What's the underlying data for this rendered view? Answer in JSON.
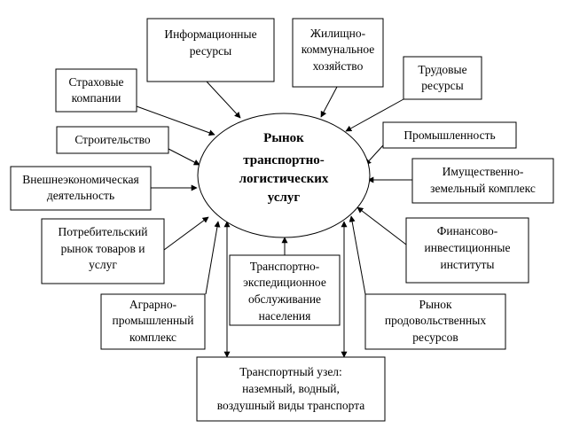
{
  "center": {
    "lines": [
      "Рынок",
      "транспортно-",
      "логистических",
      "услуг"
    ]
  },
  "nodes": [
    {
      "id": "info",
      "lines": [
        "Информационные",
        "ресурсы"
      ]
    },
    {
      "id": "housing",
      "lines": [
        "Жилищно-",
        "коммунальное",
        "хозяйство"
      ]
    },
    {
      "id": "labor",
      "lines": [
        "Трудовые",
        "ресурсы"
      ]
    },
    {
      "id": "insurance",
      "lines": [
        "Страховые",
        "компании"
      ]
    },
    {
      "id": "industry",
      "lines": [
        "Промышленность"
      ]
    },
    {
      "id": "construction",
      "lines": [
        "Строительство"
      ]
    },
    {
      "id": "property",
      "lines": [
        "Имущественно-",
        "земельный комплекс"
      ]
    },
    {
      "id": "foreign",
      "lines": [
        "Внешнеэкономическая",
        "деятельность"
      ]
    },
    {
      "id": "consumer",
      "lines": [
        "Потребительский",
        "рынок товаров и",
        "услуг"
      ]
    },
    {
      "id": "finance",
      "lines": [
        "Финансово-",
        "инвестиционные",
        "институты"
      ]
    },
    {
      "id": "forwarding",
      "lines": [
        "Транспортно-",
        "экспедиционное",
        "обслуживание",
        "населения"
      ]
    },
    {
      "id": "agro",
      "lines": [
        "Аграрно-",
        "промышленный",
        "комплекс"
      ]
    },
    {
      "id": "food",
      "lines": [
        "Рынок",
        "продовольственных",
        "ресурсов"
      ]
    },
    {
      "id": "hub",
      "lines": [
        "Транспортный узел:",
        "наземный, водный,",
        "воздушный виды транспорта"
      ]
    }
  ]
}
